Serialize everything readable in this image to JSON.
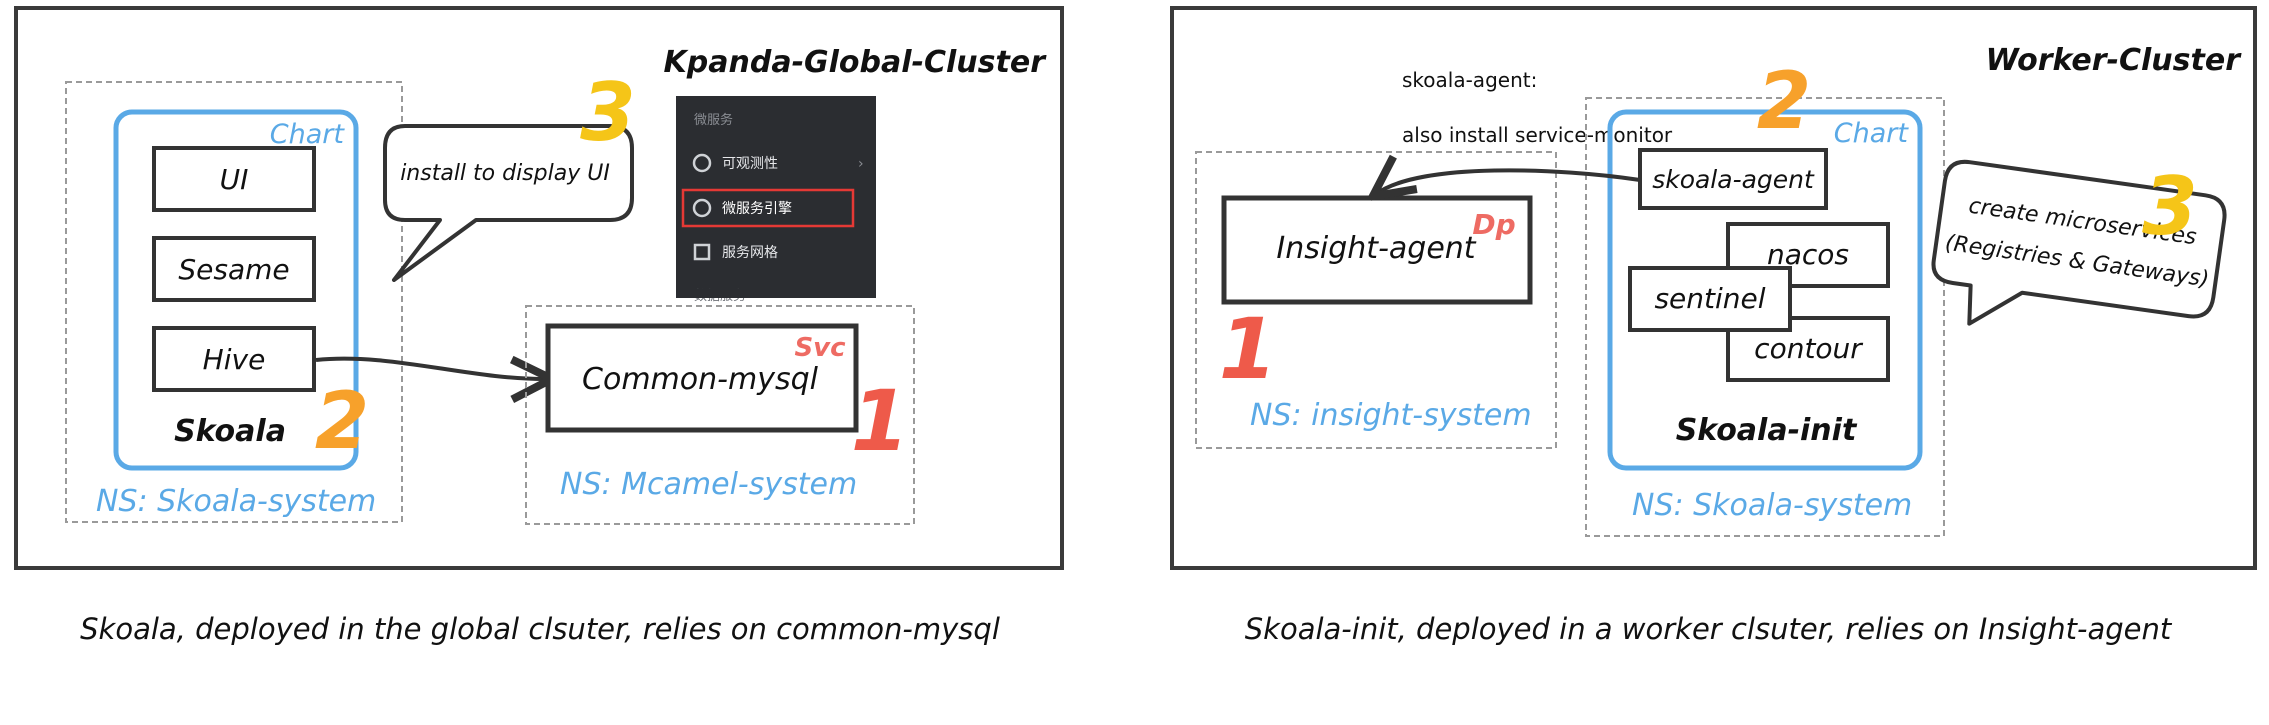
{
  "left": {
    "cluster_title": "Kpanda-Global-Cluster",
    "chart_label": "Chart",
    "components": [
      "UI",
      "Sesame",
      "Hive"
    ],
    "chart_name": "Skoala",
    "ns_label": "NS: Skoala-system",
    "step_two": "2",
    "callout_step": "3",
    "callout_text": "install to display UI",
    "menu": {
      "section": "微服务",
      "items": [
        "可观测性",
        "微服务引擎",
        "服务网格",
        "数据服务"
      ],
      "highlight_index": 1
    },
    "mysql": {
      "tag": "Svc",
      "name": "Common-mysql",
      "step": "1",
      "ns_label": "NS: Mcamel-system"
    },
    "caption": "Skoala, deployed in the global clsuter, relies on common-mysql"
  },
  "right": {
    "cluster_title": "Worker-Cluster",
    "note_line1": "skoala-agent:",
    "note_line2": "also install service-monitor",
    "insight": {
      "tag": "Dp",
      "name": "Insight-agent",
      "step": "1",
      "ns_label": "NS: insight-system"
    },
    "chart_label": "Chart",
    "step_two": "2",
    "components": [
      "skoala-agent",
      "nacos",
      "sentinel",
      "contour"
    ],
    "chart_name": "Skoala-init",
    "ns_label": "NS: Skoala-system",
    "callout_step": "3",
    "callout_line1": "create microservices",
    "callout_line2": "(Registries & Gateways)",
    "caption": "Skoala-init, deployed in a worker clsuter, relies on Insight-agent"
  },
  "colors": {
    "ink": "#333333",
    "chart_blue": "#5aa9e6",
    "ns_blue": "#5aa9e6",
    "step_orange": "#f7a12b",
    "step_yellow": "#f5c518",
    "step_red": "#ee5a4a",
    "tag_red": "#ee6b63",
    "dashed": "#9a9a9a"
  }
}
